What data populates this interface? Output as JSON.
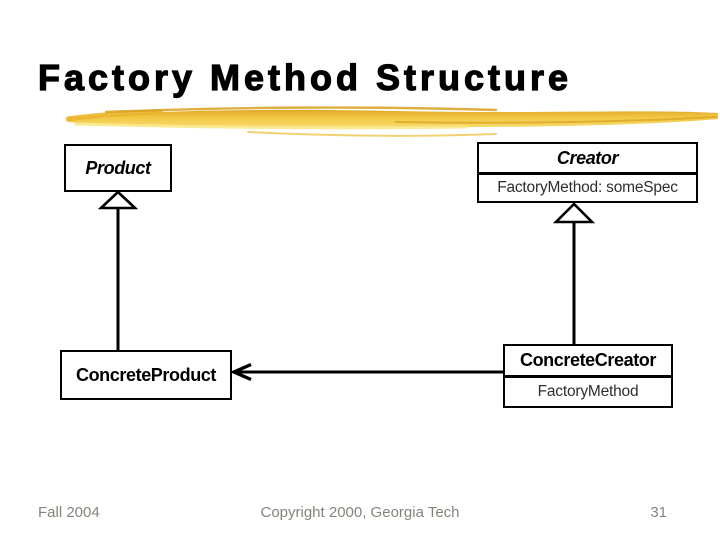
{
  "slide": {
    "title": "Factory Method Structure",
    "footer_left": "Fall 2004",
    "footer_center": "Copyright 2000, Georgia Tech",
    "page_number": "31"
  },
  "diagram": {
    "type": "uml-class-diagram",
    "product": {
      "name": "Product",
      "abstract": true
    },
    "creator": {
      "name": "Creator",
      "abstract": true,
      "attribute": "FactoryMethod: someSpec"
    },
    "concrete_product": {
      "name": "ConcreteProduct"
    },
    "concrete_creator": {
      "name": "ConcreteCreator",
      "attribute": "FactoryMethod"
    },
    "relations": [
      {
        "type": "generalization",
        "from": "ConcreteProduct",
        "to": "Product"
      },
      {
        "type": "generalization",
        "from": "ConcreteCreator",
        "to": "Creator"
      },
      {
        "type": "association",
        "from": "ConcreteCreator",
        "to": "ConcreteProduct",
        "arrow": "open"
      }
    ]
  },
  "colors": {
    "background": "#FFFFFF",
    "text_black": "#000000",
    "attribute_text": "#2E2E2E",
    "footer_gray": "#84847B",
    "highlight_gold": "#F2C844",
    "highlight_gold_dark": "#D8A01F",
    "highlight_gold_light": "#F9E88C"
  }
}
